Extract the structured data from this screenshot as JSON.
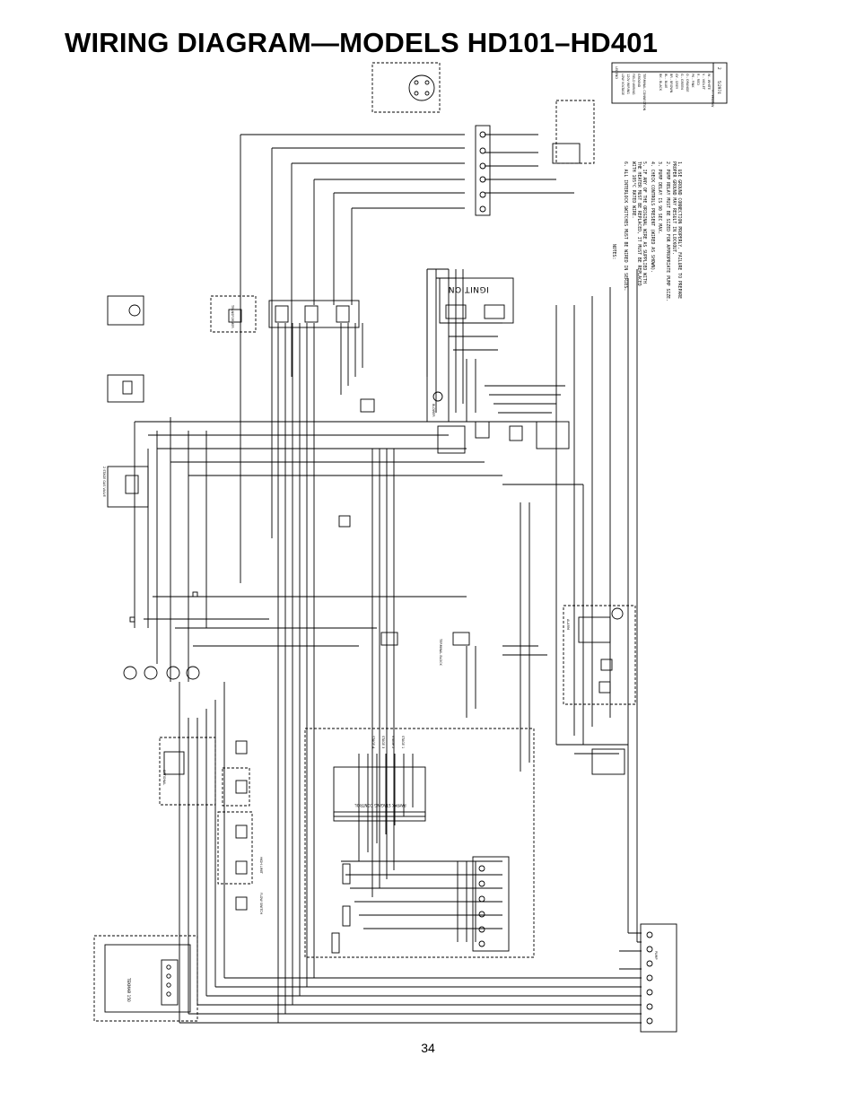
{
  "title": "WIRING DIAGRAM—MODELS HD101–HD401",
  "page_number": "34",
  "labels": {
    "ignition": "IGNITION",
    "staging_control": "RAYPAK STAGING CONTROL",
    "tekmar": "TEKMAR 150",
    "notes_heading": "NOTES:",
    "stage_1": "STAGE 1",
    "stage_2": "STAGE 2",
    "stage_3": "STAGE 3",
    "stage_4": "STAGE 4",
    "optional": "OPTIONAL",
    "terminal_block": "TERMINAL BLOCK",
    "gas_valve": "2 STAGE GAS VALVE",
    "pump": "PUMP",
    "flow_switch": "FLOW SWITCH",
    "high_limit": "HIGH LIMIT",
    "blower": "BLOWER",
    "transformer": "TRANSFORMER",
    "alarm": "ALARM"
  },
  "notes": [
    "1. USE GROUND CONNECTION PROPERLY. FAILURE TO PREPARE",
    "   PROPER GROUND MAY RESULT IN LOCKOUT.",
    "2. PUMP RELAY MUST BE SIZED FOR APPROPRIATE PUMP SIZE.",
    "3. PUMP DELAY IS 90 SEC MAX.",
    "4. CHECK CONTROLS PRESENT (WIRED AS SHOWN).",
    "5. IF ANY OF THE ORIGINAL WIRE AS SUPPLIED WITH",
    "   THE HEATER MUST BE REPLACED, IT MUST BE REPLACED",
    "   WITH 105°C RATED WIRE.",
    "6. ALL INTERLOCK SWITCHES MUST BE WIRED IN SERIES."
  ],
  "legend": {
    "heading": "LEGEND",
    "items": [
      "LOW VOLTAGE",
      "120V WIRING",
      "FIELD WIRING",
      "GROUND",
      "TERMINAL CONNECTION",
      "BK - BLACK",
      "BL - BLUE",
      "BR - BROWN",
      "GY - GREY",
      "G - GREEN",
      "O - ORANGE",
      "PK - PINK",
      "R - RED",
      "V - VIOLET",
      "W - WHITE",
      "Y - YELLOW"
    ]
  },
  "drawing_code": "5/2974",
  "drawing_rev": "2",
  "colors": {
    "ink": "#000000",
    "paper": "#ffffff",
    "dash": "#555555"
  }
}
